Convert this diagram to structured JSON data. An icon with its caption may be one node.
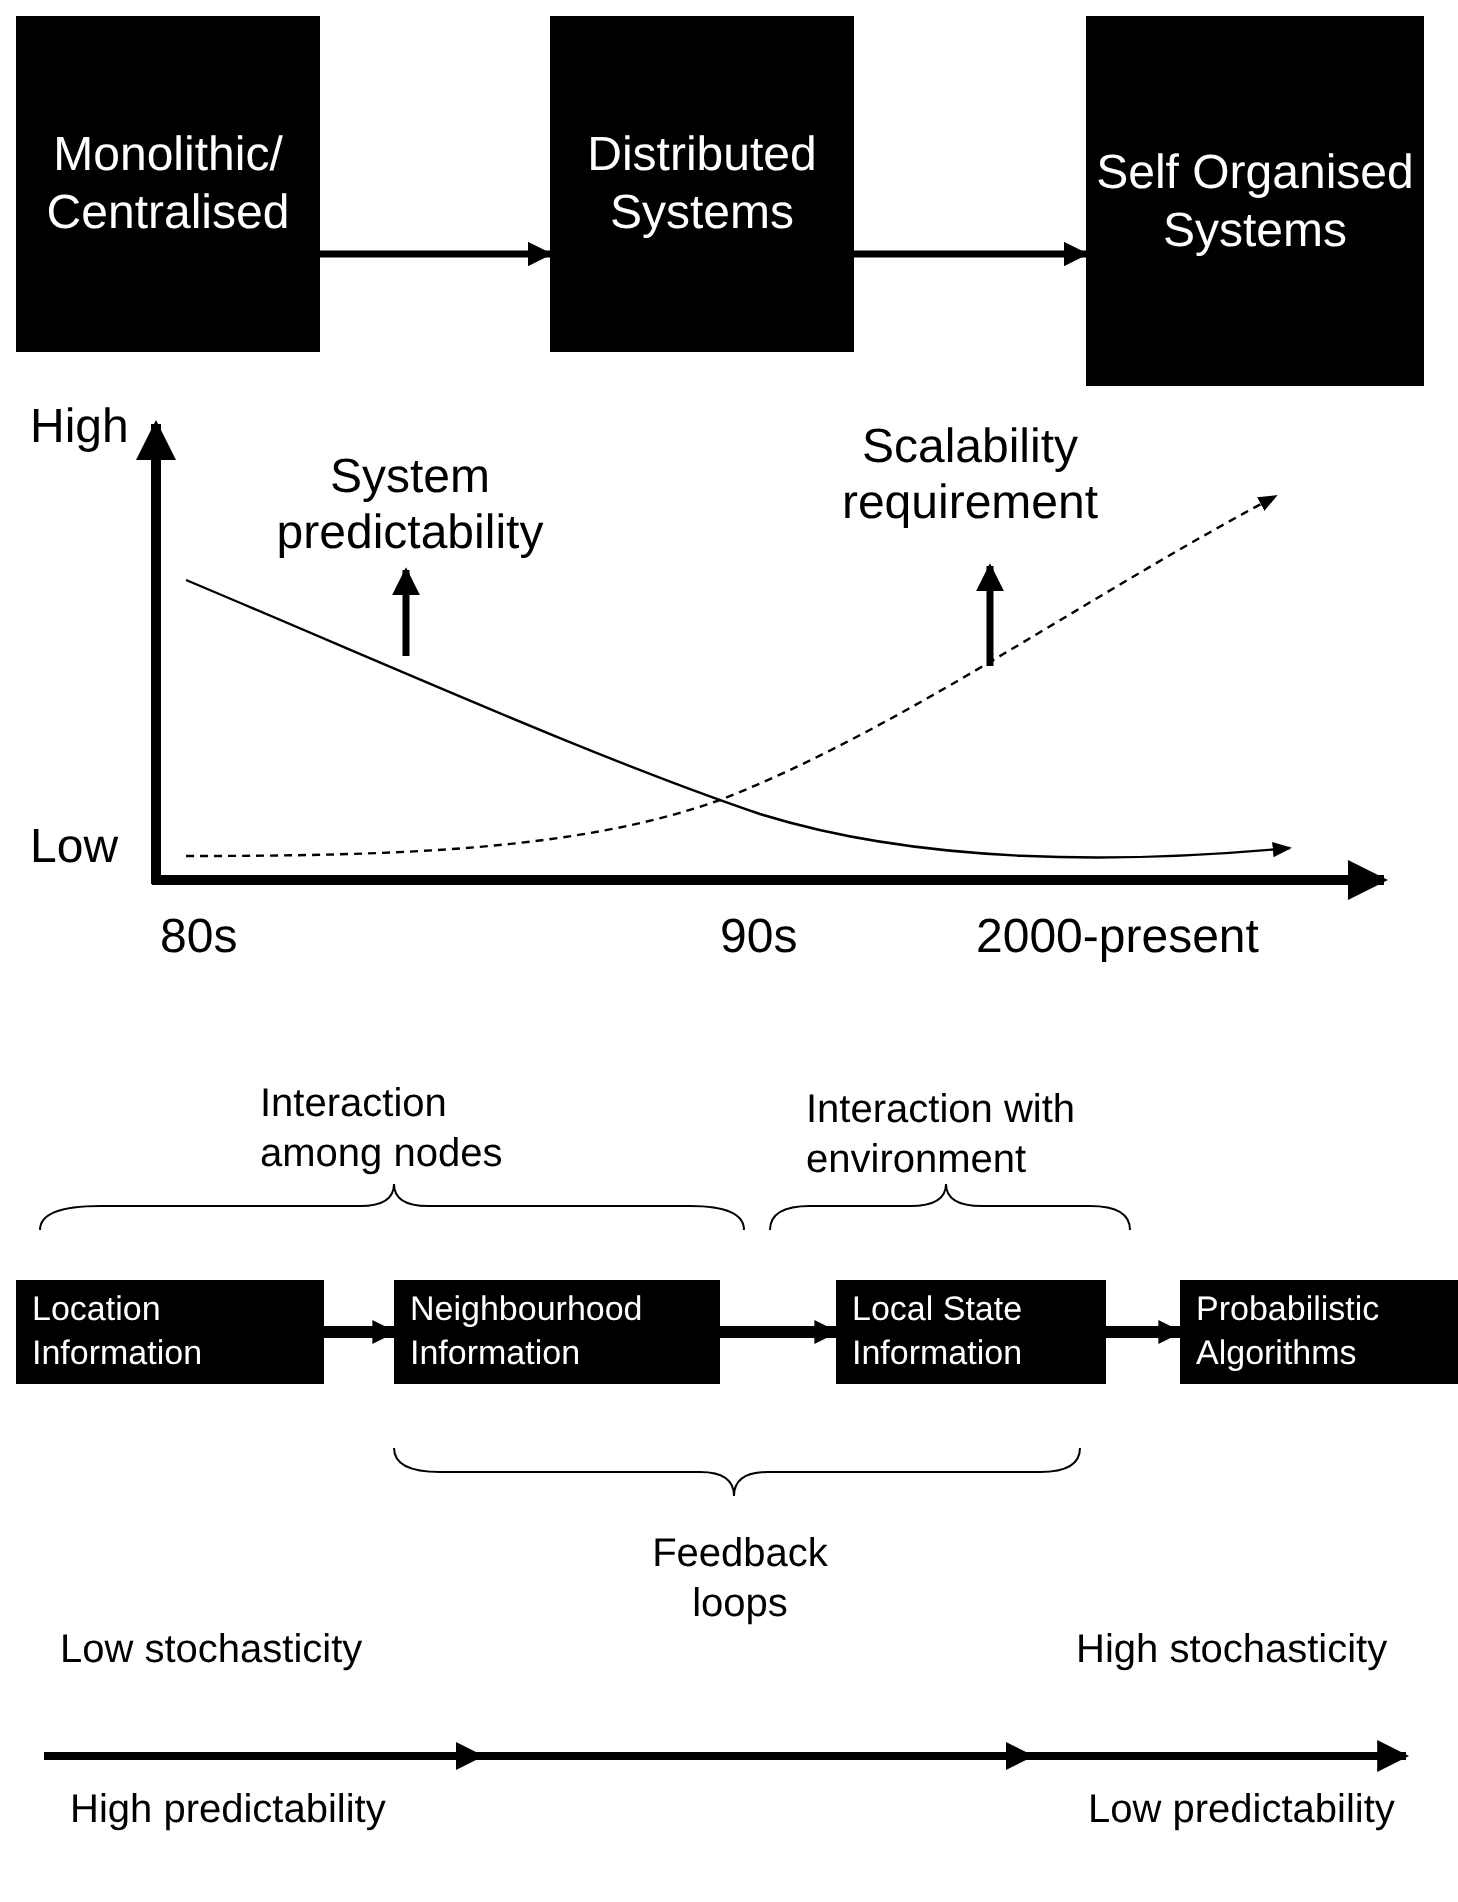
{
  "diagram": {
    "nodes": [
      {
        "text": [
          "Monolithic/ Centralised"
        ]
      },
      {
        "text": [
          "Distributed Systems"
        ]
      },
      {
        "text": [
          "Self Organised Systems"
        ]
      },
      {
        "text": [
          "Location Information"
        ]
      },
      {
        "text": [
          "Neighbourhood Information"
        ]
      },
      {
        "text": [
          "Local State Information"
        ]
      },
      {
        "text": [
          "Probabilistic Algorithms"
        ]
      }
    ],
    "edges": [
      {
        "from": 0,
        "to": 1,
        "arrow": "to"
      },
      {
        "from": 1,
        "to": 2,
        "arrow": "to"
      },
      {
        "from": 3,
        "to": 4,
        "arrow": "to"
      },
      {
        "from": 4,
        "to": 5,
        "arrow": "to"
      },
      {
        "from": 5,
        "to": 6,
        "arrow": "to"
      }
    ],
    "labels": [
      "High",
      "System predictability",
      "Scalability requirement",
      "Low",
      "80s",
      "90s",
      "2000-present",
      "Interaction among nodes",
      "Interaction with environment",
      "Feedback loops",
      "Low stochasticity",
      "High stochasticity",
      "High predictability",
      "Low predictability"
    ]
  }
}
